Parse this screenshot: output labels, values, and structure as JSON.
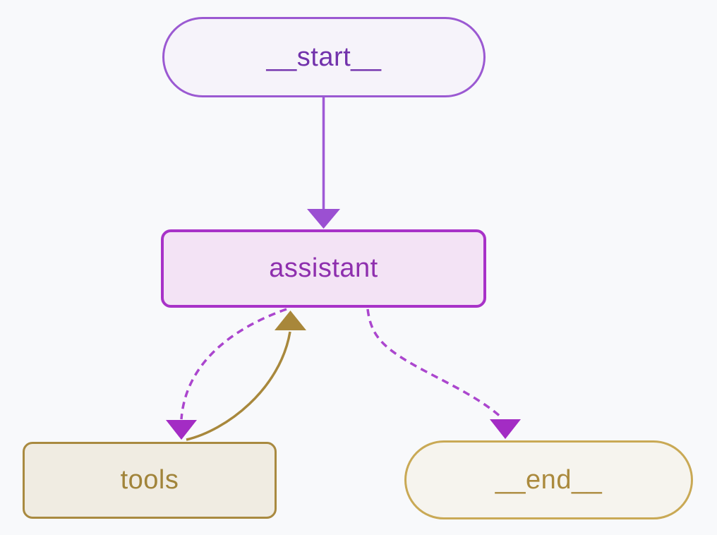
{
  "diagram": {
    "type": "flowchart",
    "direction": "top-down",
    "background_color": "#f8f9fb",
    "nodes": [
      {
        "id": "__start__",
        "label": "__start__",
        "shape": "pill",
        "border_color": "#9b59d2",
        "fill_color": "#f6f3fa",
        "text_color": "#7232ac"
      },
      {
        "id": "assistant",
        "label": "assistant",
        "shape": "rounded-rect",
        "border_color": "#a832c8",
        "fill_color": "#f3e3f5",
        "text_color": "#8e2fae"
      },
      {
        "id": "tools",
        "label": "tools",
        "shape": "rounded-rect",
        "border_color": "#a98a40",
        "fill_color": "#f0ece2",
        "text_color": "#a1843a"
      },
      {
        "id": "__end__",
        "label": "__end__",
        "shape": "pill",
        "border_color": "#c9a955",
        "fill_color": "#f6f4ee",
        "text_color": "#ab8a3d"
      }
    ],
    "edges": [
      {
        "from": "__start__",
        "to": "assistant",
        "style": "solid",
        "color": "#9f5ad6"
      },
      {
        "from": "assistant",
        "to": "tools",
        "style": "dashed",
        "color": "#ab46ce"
      },
      {
        "from": "tools",
        "to": "assistant",
        "style": "solid",
        "color": "#a8883c"
      },
      {
        "from": "assistant",
        "to": "__end__",
        "style": "dashed",
        "color": "#ab46ce"
      }
    ],
    "arrowhead_colors": {
      "purple": "#a32cc4",
      "gold": "#a8873a",
      "light_purple": "#9b50d2"
    }
  }
}
